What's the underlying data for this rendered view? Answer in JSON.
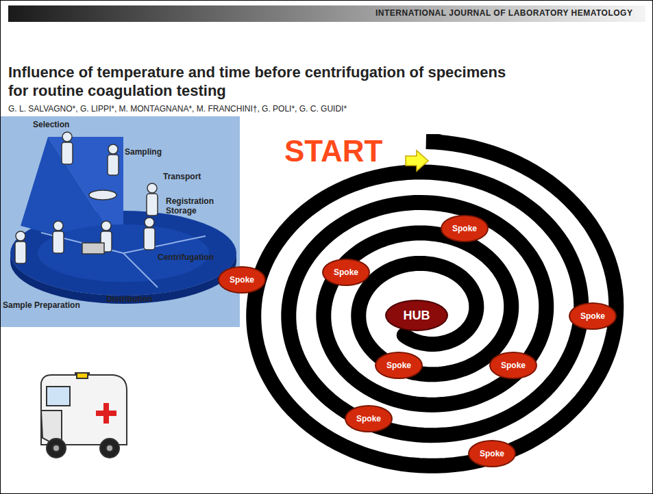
{
  "diagram": {
    "title": "Influence of temperature and time before centrifugation of specimens for routine coagulation testing",
    "nodes": [
      {
        "text": [
          "Spoke"
        ]
      },
      {
        "text": [
          "Spoke"
        ]
      },
      {
        "text": [
          "Spoke"
        ]
      },
      {
        "text": [
          "HUB"
        ]
      },
      {
        "text": [
          "Spoke"
        ]
      },
      {
        "text": [
          "Spoke"
        ]
      },
      {
        "text": [
          "Spoke"
        ]
      },
      {
        "text": [
          "Spoke"
        ]
      },
      {
        "text": [
          "Spoke"
        ]
      }
    ],
    "labels": [
      "INTERNATIONAL JOURNAL OF LABORATORY HEMATOLOGY",
      "G. L. SALVAGNO*, G. LIPPI*, M. MONTAGNANA*, M. FRANCHINI†, G. POLI*, G. C. GUIDI*",
      "Selection",
      "Sampling",
      "Transport",
      "Registration Storage",
      "Centrifugation",
      "Sample Preparation",
      "Distribution",
      "START"
    ]
  }
}
